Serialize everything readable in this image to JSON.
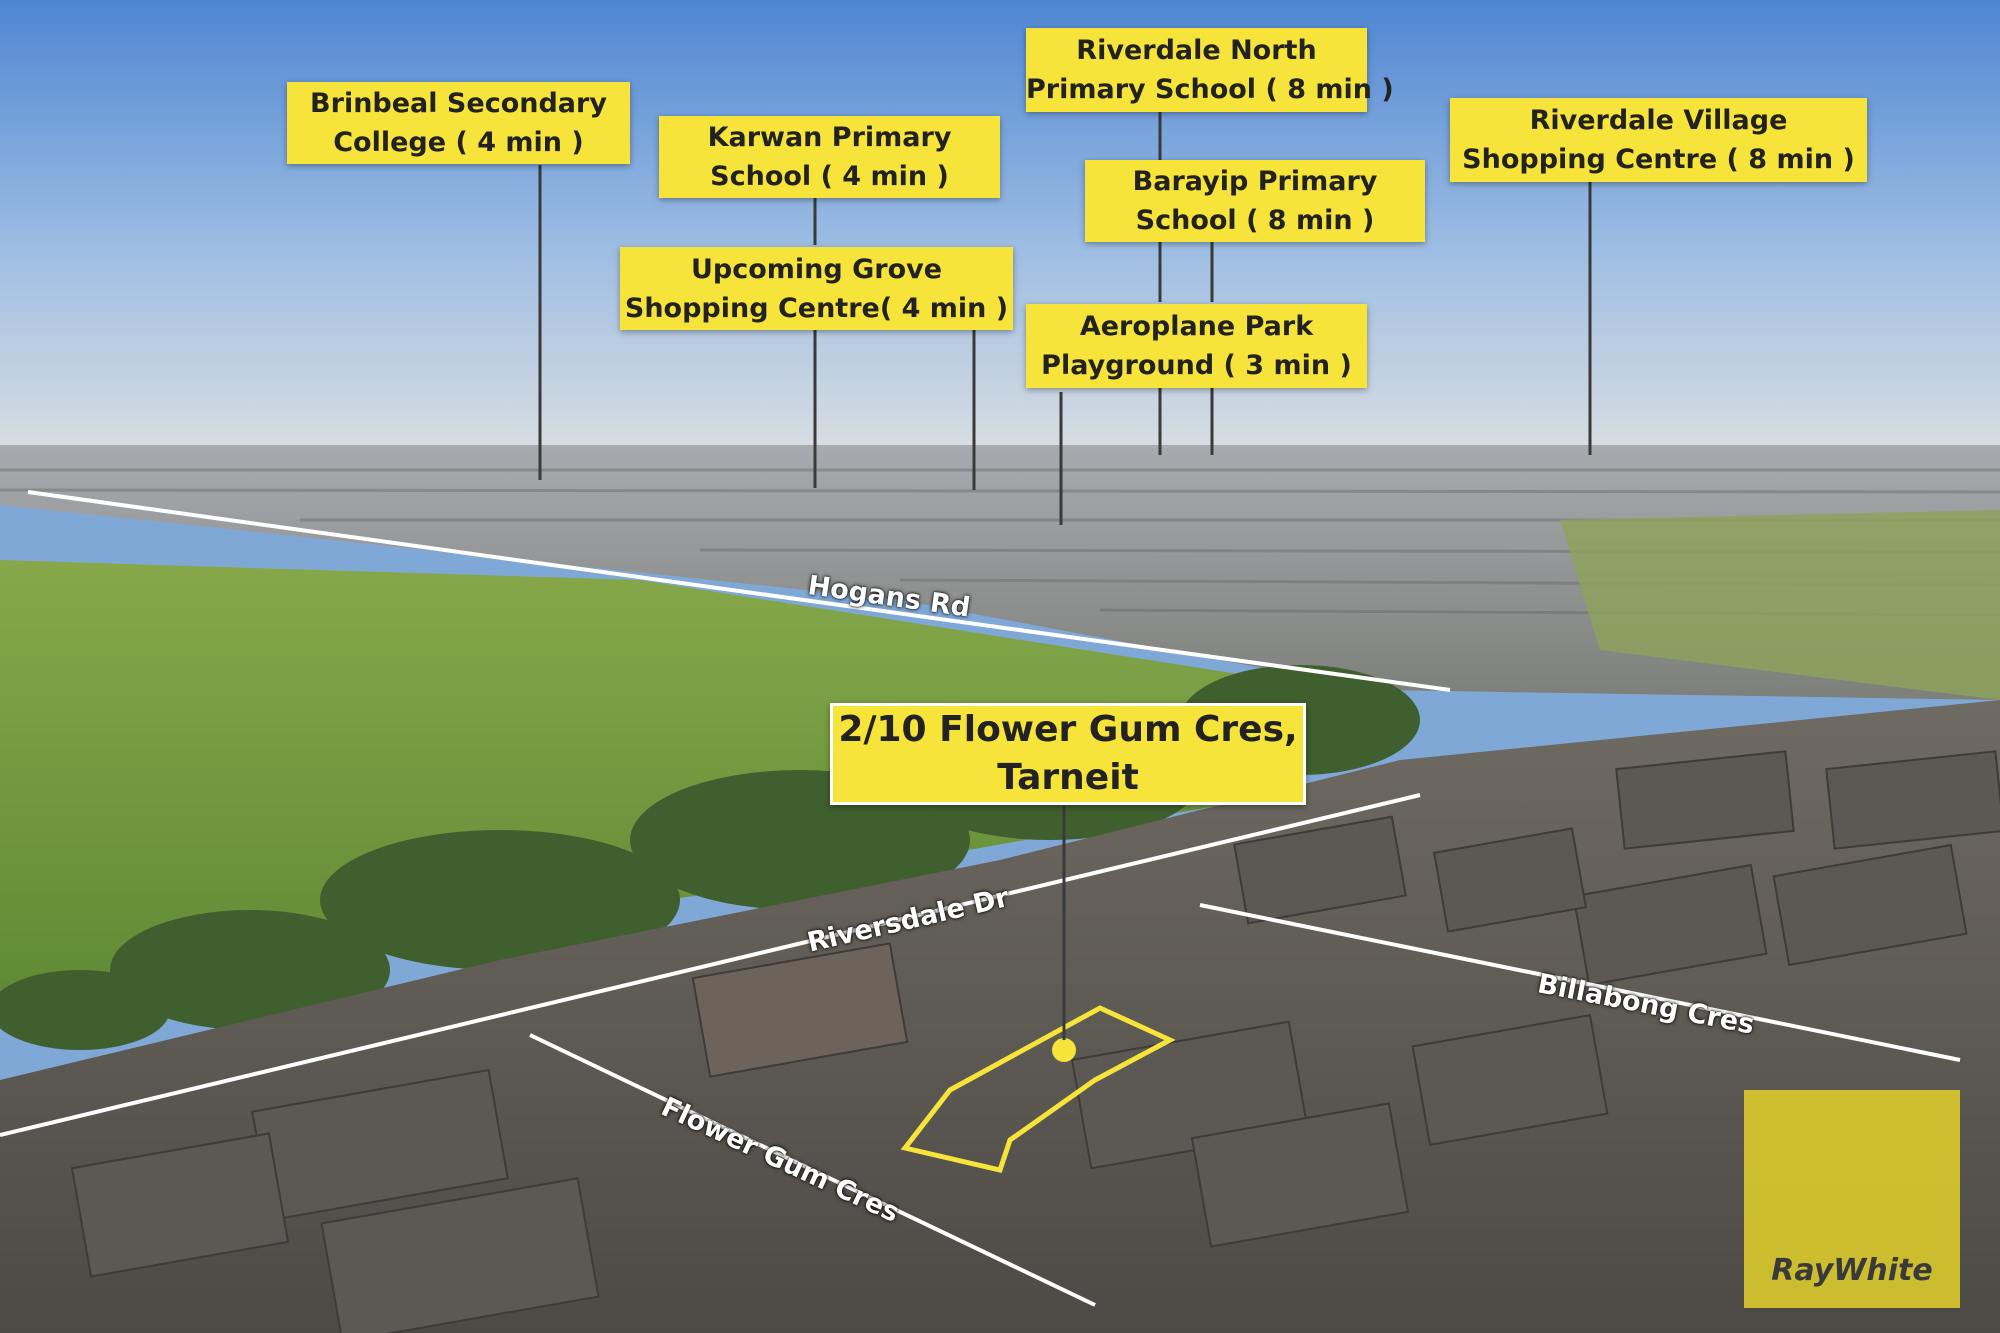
{
  "poi_labels": [
    {
      "line1": "Brinbeal Secondary",
      "line2": "College ( 4 min )"
    },
    {
      "line1": "Karwan Primary",
      "line2": "School ( 4 min )"
    },
    {
      "line1": "Upcoming Grove",
      "line2": "Shopping Centre( 4 min )"
    },
    {
      "line1": "Riverdale North",
      "line2": "Primary School ( 8 min )"
    },
    {
      "line1": "Barayip Primary",
      "line2": "School ( 8 min )"
    },
    {
      "line1": "Aeroplane Park",
      "line2": "Playground ( 3 min )"
    },
    {
      "line1": "Riverdale Village",
      "line2": "Shopping Centre ( 8 min )"
    }
  ],
  "property": {
    "line1": "2/10 Flower Gum Cres,",
    "line2": "Tarneit"
  },
  "streets": {
    "hogans": "Hogans Rd",
    "riversdale": "Riversdale Dr",
    "billabong": "Billabong Cres",
    "flower_gum": "Flower Gum Cres"
  },
  "brand": {
    "name": "RayWhite"
  },
  "colors": {
    "label_bg": "#f7e43a",
    "label_text": "#222222",
    "leader": "#3a3a3a",
    "road_line": "#ffffff",
    "sky_top": "#5a8fd6",
    "field": "#6f9a3c"
  }
}
